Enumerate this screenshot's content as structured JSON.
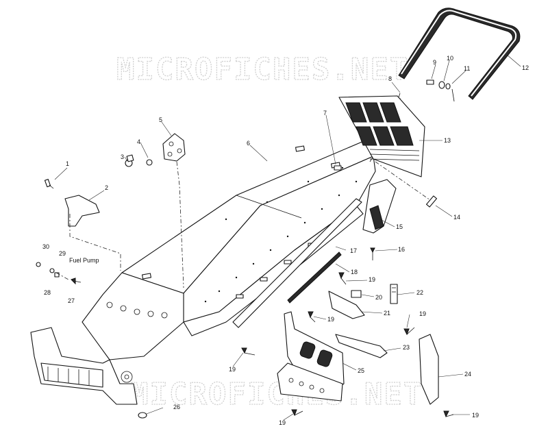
{
  "watermark": "MICROFICHES.NET",
  "labels": {
    "fuel_pump": "Fuel Pump"
  },
  "callouts": [
    "1",
    "2",
    "3",
    "4",
    "5",
    "6",
    "7",
    "8",
    "9",
    "10",
    "11",
    "12",
    "13",
    "14",
    "15",
    "16",
    "17",
    "18",
    "19",
    "20",
    "21",
    "22",
    "23",
    "24",
    "25",
    "26",
    "27",
    "28",
    "29",
    "30"
  ],
  "callout_19": "19"
}
